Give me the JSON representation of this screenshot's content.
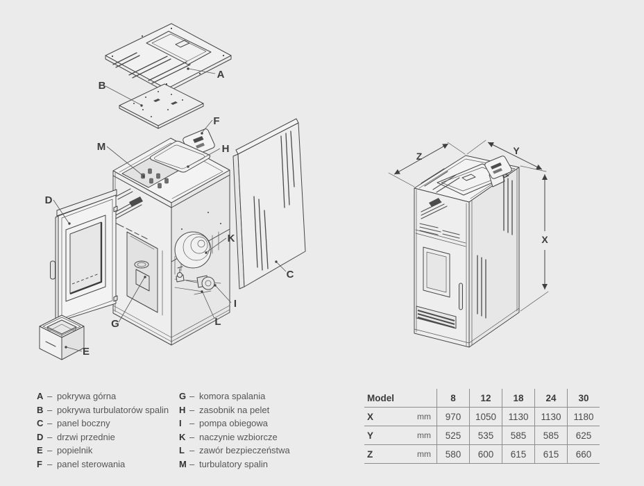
{
  "legend": {
    "dash": "–",
    "col1": [
      {
        "key": "A",
        "text": "pokrywa górna"
      },
      {
        "key": "B",
        "text": "pokrywa turbulatorów spalin"
      },
      {
        "key": "C",
        "text": "panel boczny"
      },
      {
        "key": "D",
        "text": "drzwi przednie"
      },
      {
        "key": "E",
        "text": "popielnik"
      },
      {
        "key": "F",
        "text": "panel sterowania"
      }
    ],
    "col2": [
      {
        "key": "G",
        "text": "komora spalania"
      },
      {
        "key": "H",
        "text": "zasobnik na pelet"
      },
      {
        "key": "I",
        "text": "pompa obiegowa"
      },
      {
        "key": "K",
        "text": "naczynie wzbiorcze"
      },
      {
        "key": "L",
        "text": "zawór bezpieczeństwa"
      },
      {
        "key": "M",
        "text": "turbulatory spalin"
      }
    ]
  },
  "table": {
    "model_label": "Model",
    "models": [
      "8",
      "12",
      "18",
      "24",
      "30"
    ],
    "rows": [
      {
        "dim": "X",
        "unit": "mm",
        "values": [
          "970",
          "1050",
          "1130",
          "1130",
          "1180"
        ]
      },
      {
        "dim": "Y",
        "unit": "mm",
        "values": [
          "525",
          "535",
          "585",
          "585",
          "625"
        ]
      },
      {
        "dim": "Z",
        "unit": "mm",
        "values": [
          "580",
          "600",
          "615",
          "615",
          "660"
        ]
      }
    ]
  },
  "colors": {
    "background": "#ebebeb",
    "line": "#454545",
    "text": "#4a4a4a",
    "table_line": "#8d8d8d"
  }
}
